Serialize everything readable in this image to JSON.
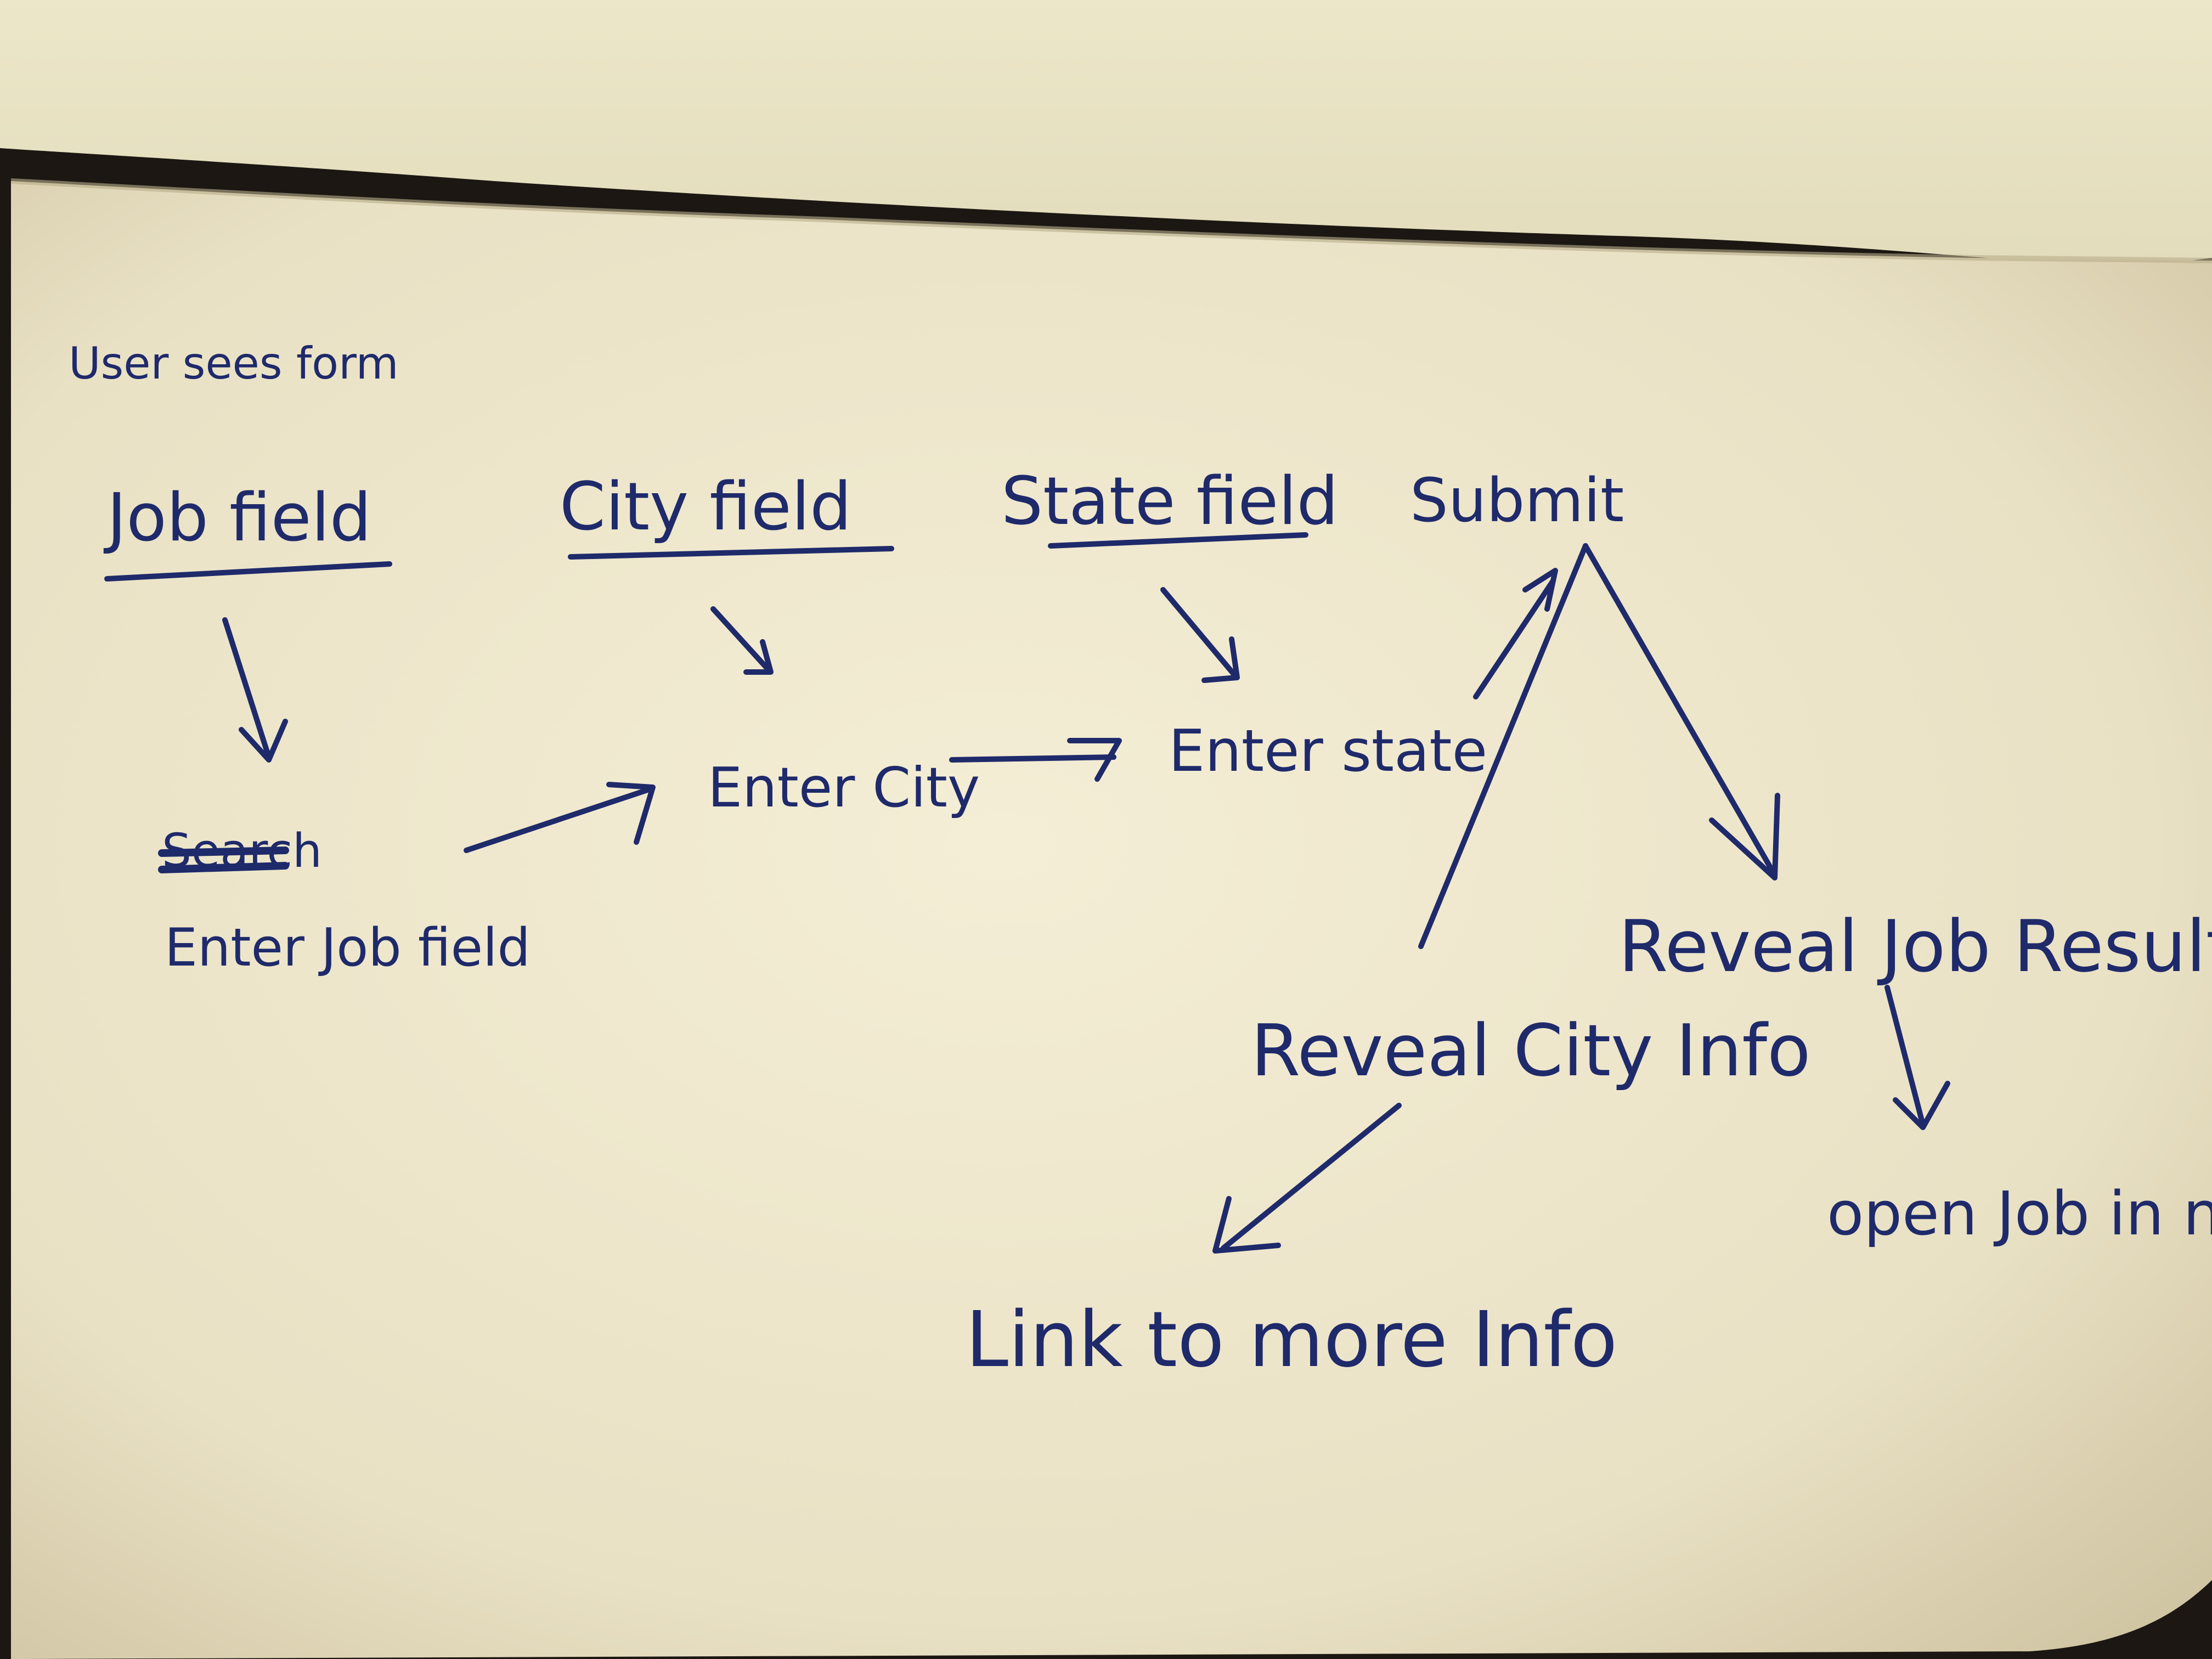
{
  "diagram": {
    "title": "User sees form",
    "ink_color": "#1f2a6b",
    "paper_color": "#f1ebd3",
    "form_fields": [
      {
        "id": "job",
        "label": "Job field",
        "action": "Enter Job field"
      },
      {
        "id": "city",
        "label": "City field",
        "action": "Enter City"
      },
      {
        "id": "state",
        "label": "State field",
        "action": "Enter state"
      }
    ],
    "submit_label": "Submit",
    "city_info": {
      "label": "Reveal City Info",
      "next": "Link to more Info"
    },
    "job_results": {
      "label": "Reveal Job Results",
      "next": "open Job in new tab"
    },
    "crossed_out_word": "Search"
  }
}
